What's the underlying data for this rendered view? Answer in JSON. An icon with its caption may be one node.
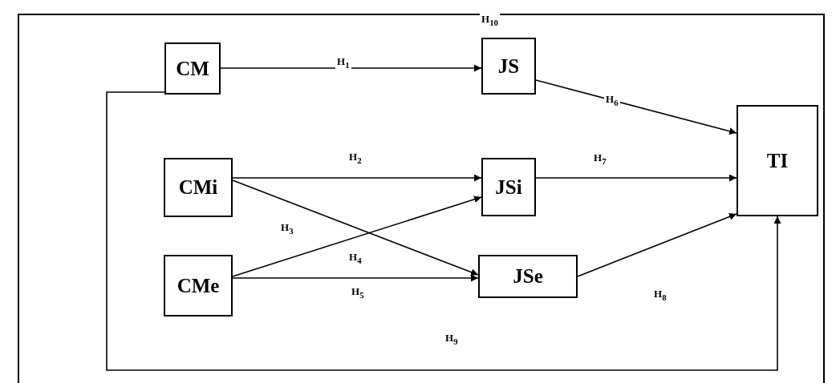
{
  "diagram": {
    "nodes": [
      {
        "text": [
          "CM"
        ]
      },
      {
        "text": [
          "JS"
        ]
      },
      {
        "text": [
          "CMi"
        ]
      },
      {
        "text": [
          "JSi"
        ]
      },
      {
        "text": [
          "CMe"
        ]
      },
      {
        "text": [
          "JSe"
        ]
      },
      {
        "text": [
          "TI"
        ]
      }
    ],
    "edges": [
      {
        "from": 0,
        "to": 1,
        "arrow": "to",
        "label": "H$_{1}$"
      },
      {
        "from": 2,
        "to": 3,
        "arrow": "to",
        "label": "H$_{2}$"
      },
      {
        "from": 4,
        "to": 3,
        "arrow": "to",
        "label": "H$_{3}$"
      },
      {
        "from": 4,
        "to": 5,
        "arrow": "to",
        "label": "H$_{4}$"
      },
      {
        "from": 2,
        "to": 5,
        "arrow": "to"
      },
      {
        "from": 1,
        "to": 6,
        "arrow": "to",
        "label": "H$_{6}$"
      },
      {
        "from": 3,
        "to": 6,
        "arrow": "to",
        "label": "H$_{7}$"
      },
      {
        "from": 5,
        "to": 6,
        "arrow": "to",
        "label": "H$_{8}$"
      },
      {
        "from": 0,
        "to": 6,
        "arrow": "to",
        "label": "H$_{9}$"
      }
    ],
    "labels": [
      "H$_{10}$",
      "H$_{5}$"
    ]
  }
}
